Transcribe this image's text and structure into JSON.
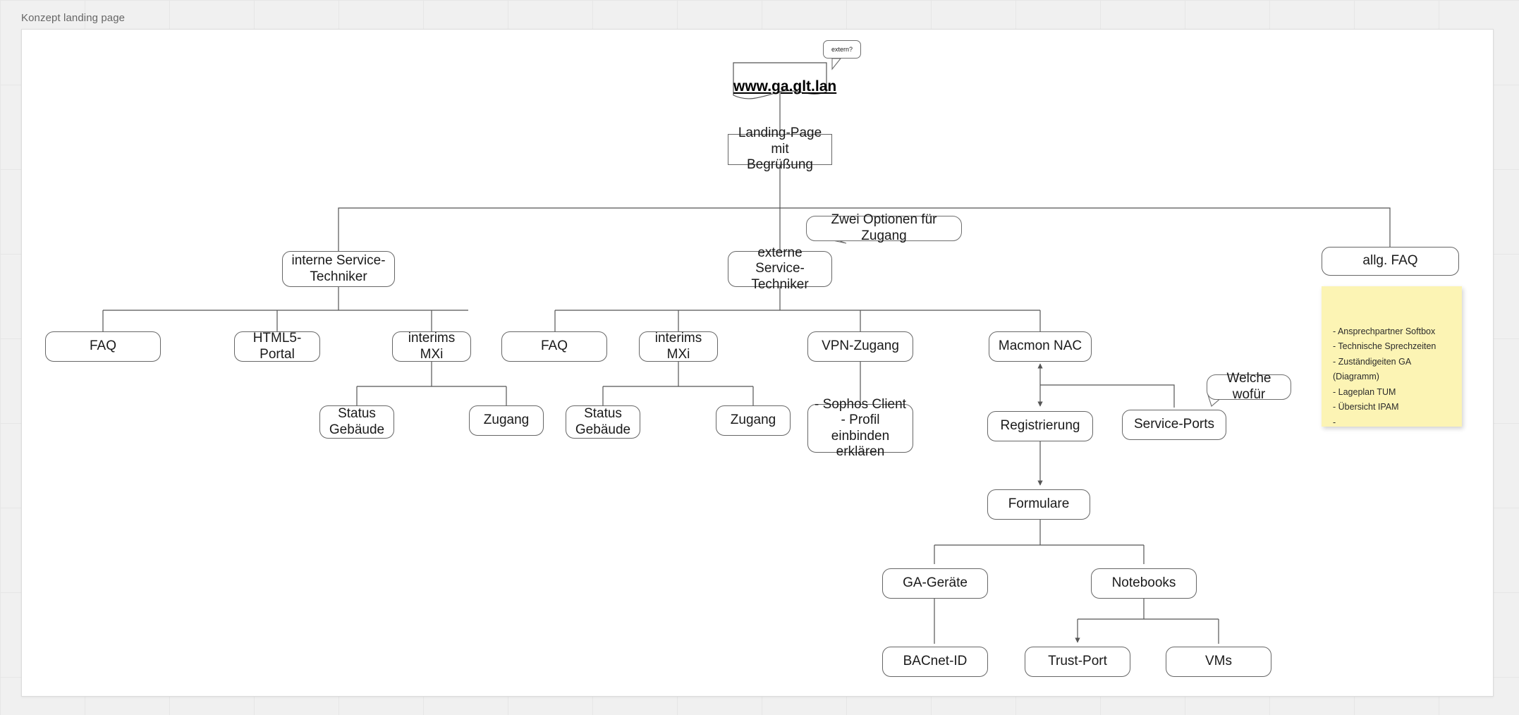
{
  "canvas": {
    "title": "Konzept landing page"
  },
  "style": {
    "edge_color": "#555555",
    "node_border": "#666666",
    "node_fill": "#ffffff",
    "sticky_fill": "#fcf4b4",
    "text_color": "#1a1a1a",
    "canvas_bg": "#f0f0f0",
    "page_bg": "#ffffff"
  },
  "nodes": {
    "root_url": {
      "label": "www.ga.glt.lan",
      "shape": "document"
    },
    "extern_note": {
      "label": "extern?",
      "shape": "callout"
    },
    "landing": {
      "label": "Landing-Page mit\nBegrüßung",
      "shape": "rectangle"
    },
    "zwei_optionen": {
      "label": "Zwei Optionen für Zugang",
      "shape": "callout"
    },
    "intern_tech": {
      "label": "interne Service-\nTechniker",
      "shape": "rounded"
    },
    "extern_tech": {
      "label": "externe Service-\nTechniker",
      "shape": "rounded"
    },
    "allg_faq": {
      "label": "allg. FAQ",
      "shape": "rounded"
    },
    "intern_faq": {
      "label": "FAQ",
      "shape": "rounded"
    },
    "html5_portal": {
      "label": "HTML5-Portal",
      "shape": "rounded"
    },
    "intern_mxi": {
      "label": "interims MXi",
      "shape": "rounded"
    },
    "intern_status": {
      "label": "Status\nGebäude",
      "shape": "rounded"
    },
    "intern_zugang": {
      "label": "Zugang",
      "shape": "rounded"
    },
    "extern_faq": {
      "label": "FAQ",
      "shape": "rounded"
    },
    "extern_mxi": {
      "label": "interims MXi",
      "shape": "rounded"
    },
    "extern_status": {
      "label": "Status\nGebäude",
      "shape": "rounded"
    },
    "extern_zugang": {
      "label": "Zugang",
      "shape": "rounded"
    },
    "vpn_zugang": {
      "label": "VPN-Zugang",
      "shape": "rounded"
    },
    "vpn_details": {
      "label": "- Sophos Client\n- Profil einbinden\nerklären",
      "shape": "rounded"
    },
    "macmon_nac": {
      "label": "Macmon NAC",
      "shape": "rounded"
    },
    "registrierung": {
      "label": "Registrierung",
      "shape": "rounded"
    },
    "service_ports": {
      "label": "Service-Ports",
      "shape": "rounded"
    },
    "welche_wofuer": {
      "label": "Welche wofür",
      "shape": "callout"
    },
    "formulare": {
      "label": "Formulare",
      "shape": "rounded"
    },
    "ga_geraete": {
      "label": "GA-Geräte",
      "shape": "rounded"
    },
    "notebooks": {
      "label": "Notebooks",
      "shape": "rounded"
    },
    "bacnet_id": {
      "label": "BACnet-ID",
      "shape": "rounded"
    },
    "trust_port": {
      "label": "Trust-Port",
      "shape": "rounded"
    },
    "vms": {
      "label": "VMs",
      "shape": "rounded"
    }
  },
  "sticky_note": {
    "text": "- Ansprechpartner Softbox\n- Technische Sprechzeiten\n- Zuständigeiten GA\n(Diagramm)\n- Lageplan TUM\n- Übersicht IPAM\n-"
  },
  "edges": [
    {
      "from": "root_url",
      "to": "landing"
    },
    {
      "from": "landing",
      "to": "intern_tech"
    },
    {
      "from": "landing",
      "to": "extern_tech"
    },
    {
      "from": "landing",
      "to": "allg_faq"
    },
    {
      "from": "intern_tech",
      "to": "intern_faq"
    },
    {
      "from": "intern_tech",
      "to": "html5_portal"
    },
    {
      "from": "intern_tech",
      "to": "intern_mxi"
    },
    {
      "from": "intern_mxi",
      "to": "intern_status"
    },
    {
      "from": "intern_mxi",
      "to": "intern_zugang"
    },
    {
      "from": "extern_tech",
      "to": "extern_faq"
    },
    {
      "from": "extern_tech",
      "to": "extern_mxi"
    },
    {
      "from": "extern_tech",
      "to": "vpn_zugang"
    },
    {
      "from": "extern_tech",
      "to": "macmon_nac"
    },
    {
      "from": "extern_mxi",
      "to": "extern_status"
    },
    {
      "from": "extern_mxi",
      "to": "extern_zugang"
    },
    {
      "from": "vpn_zugang",
      "to": "vpn_details"
    },
    {
      "from": "macmon_nac",
      "to": "registrierung",
      "arrow": "both"
    },
    {
      "from": "macmon_nac",
      "to": "service_ports"
    },
    {
      "from": "registrierung",
      "to": "formulare",
      "arrow": "end"
    },
    {
      "from": "formulare",
      "to": "ga_geraete"
    },
    {
      "from": "formulare",
      "to": "notebooks"
    },
    {
      "from": "ga_geraete",
      "to": "bacnet_id"
    },
    {
      "from": "notebooks",
      "to": "trust_port",
      "arrow": "end"
    },
    {
      "from": "notebooks",
      "to": "vms"
    }
  ]
}
